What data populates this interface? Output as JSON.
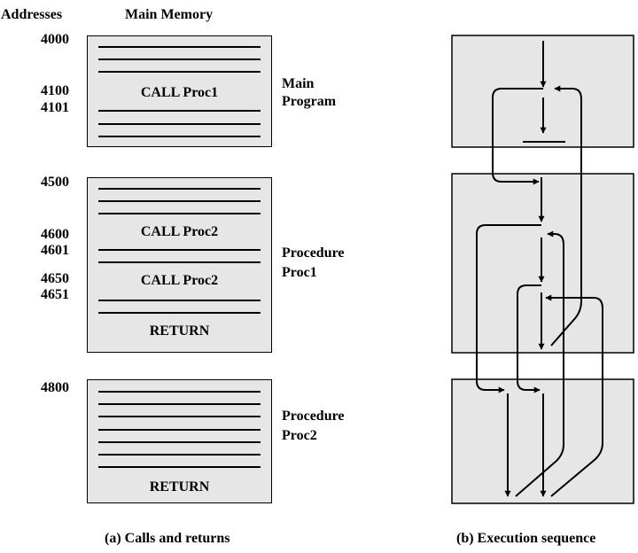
{
  "headers": {
    "addresses": "Addresses",
    "main_memory": "Main Memory"
  },
  "addresses": [
    "4000",
    "4100",
    "4101",
    "4500",
    "4600",
    "4601",
    "4650",
    "4651",
    "4800"
  ],
  "blocks": {
    "main": {
      "call": "CALL Proc1",
      "label_line1": "Main",
      "label_line2": "Program"
    },
    "proc1": {
      "call1": "CALL Proc2",
      "call2": "CALL Proc2",
      "ret": "RETURN",
      "label_line1": "Procedure",
      "label_line2": "Proc1"
    },
    "proc2": {
      "ret": "RETURN",
      "label_line1": "Procedure",
      "label_line2": "Proc2"
    }
  },
  "captions": {
    "left": "(a) Calls and returns",
    "right": "(b) Execution sequence"
  }
}
